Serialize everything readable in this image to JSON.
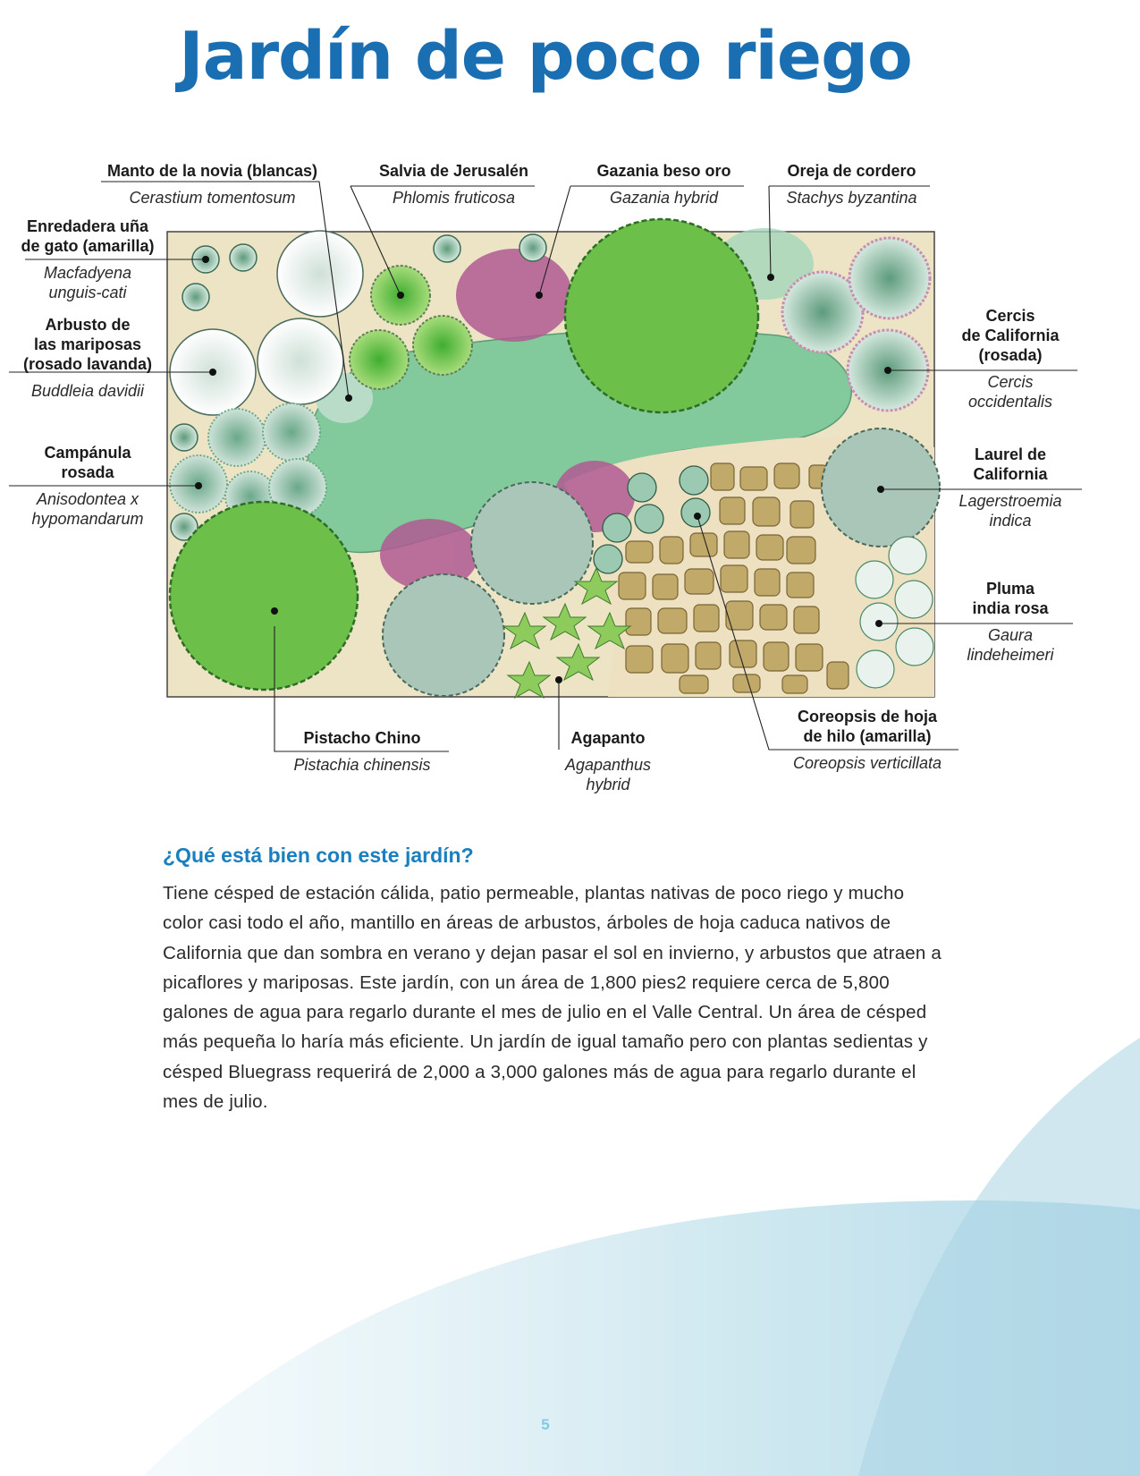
{
  "title": "Jardín de poco riego",
  "labels": [
    {
      "common": "Manto de la novia (blancas)",
      "scientific": "Cerastium tomentosum"
    },
    {
      "common": "Salvia de Jerusalén",
      "scientific": "Phlomis fruticosa"
    },
    {
      "common": "Gazania beso oro",
      "scientific": "Gazania hybrid"
    },
    {
      "common": "Oreja de cordero",
      "scientific": "Stachys byzantina"
    },
    {
      "common": "Enredadera uña\nde gato (amarilla)",
      "scientific": "Macfadyena\nunguis-cati"
    },
    {
      "common": "Arbusto de\nlas mariposas\n(rosado lavanda)",
      "scientific": "Buddleia davidii"
    },
    {
      "common": "Campánula\nrosada",
      "scientific": "Anisodontea x\nhypomandarum"
    },
    {
      "common": "Cercis\nde California\n(rosada)",
      "scientific": "Cercis\noccidentalis"
    },
    {
      "common": "Laurel de\nCalifornia",
      "scientific": "Lagerstroemia\nindica"
    },
    {
      "common": "Pluma\nindia rosa",
      "scientific": "Gaura\nlindeheimeri"
    },
    {
      "common": "Pistacho Chino",
      "scientific": "Pistachia chinensis"
    },
    {
      "common": "Agapanto",
      "scientific": "Agapanthus\nhybrid"
    },
    {
      "common": "Coreopsis de hoja\nde hilo (amarilla)",
      "scientific": "Coreopsis verticillata"
    }
  ],
  "section": {
    "heading": "¿Qué está bien con este jardín?",
    "body": "Tiene césped de estación cálida, patio permeable, plantas nativas de poco riego y mucho color casi todo el año, mantillo en áreas de arbustos, árboles de hoja caduca nativos de California que dan sombra en verano y dejan pasar el sol en invierno, y arbustos que atraen a picaflores y mariposas. Este jardín, con un área de 1,800 pies2 requiere cerca de 5,800 galones de agua para regarlo durante el mes de julio en el Valle Central. Un área de césped más pequeña lo haría más eficiente. Un jardín de igual tamaño pero con plantas sedientas y césped Bluegrass requerirá de 2,000 a 3,000 galones más de agua para regarlo durante el mes de julio."
  },
  "page_number": "5",
  "colors": {
    "title": "#1a6fb3",
    "heading": "#1a7fbf",
    "bed": "#ece4c4",
    "lawn": "#82c99c",
    "tree_green": "#6cc04a",
    "pavers": "#c1a96a",
    "magenta": "#b05a93",
    "sage": "#a9c6b9"
  }
}
